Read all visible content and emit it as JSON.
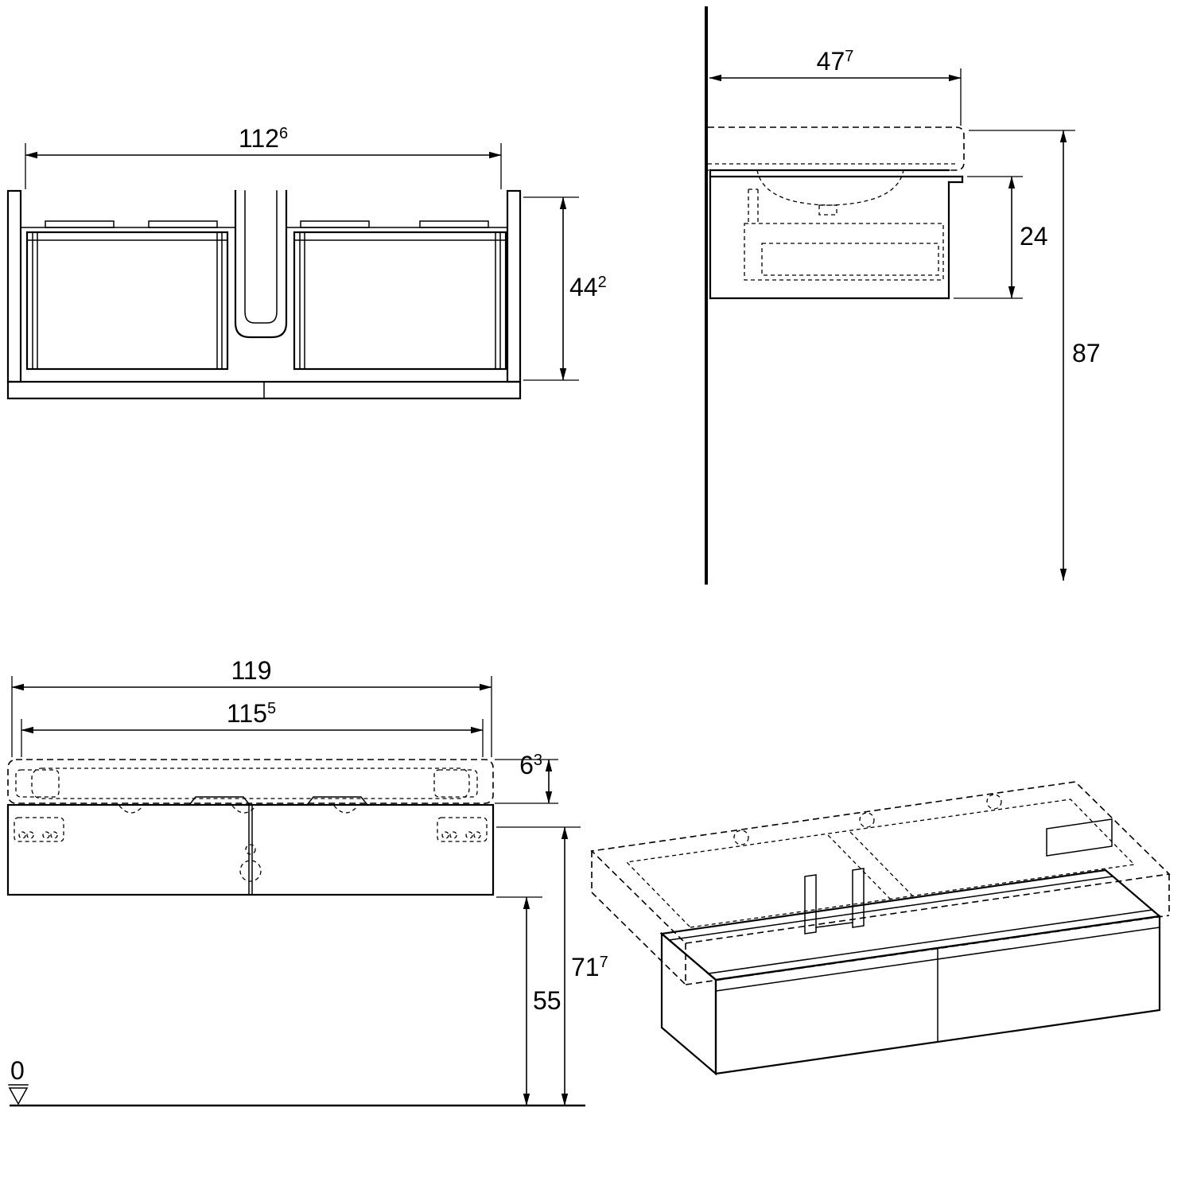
{
  "colors": {
    "line": "#000000",
    "background": "#ffffff"
  },
  "dimensions": {
    "front_view": {
      "width": {
        "value": "112",
        "sup": "6"
      },
      "height": {
        "value": "44",
        "sup": "2"
      }
    },
    "side_view": {
      "depth": {
        "value": "47",
        "sup": "7"
      },
      "drawer_front_height": {
        "value": "24",
        "sup": ""
      },
      "overall_height": {
        "value": "87",
        "sup": ""
      }
    },
    "plan_view": {
      "overall_width": {
        "value": "119",
        "sup": ""
      },
      "inner_width": {
        "value": "115",
        "sup": "5"
      },
      "washbasin_thickness": {
        "value": "6",
        "sup": "3"
      },
      "height_top": {
        "value": "71",
        "sup": "7"
      },
      "height_bottom": {
        "value": "55",
        "sup": ""
      },
      "datum": {
        "value": "0",
        "sup": ""
      }
    }
  }
}
